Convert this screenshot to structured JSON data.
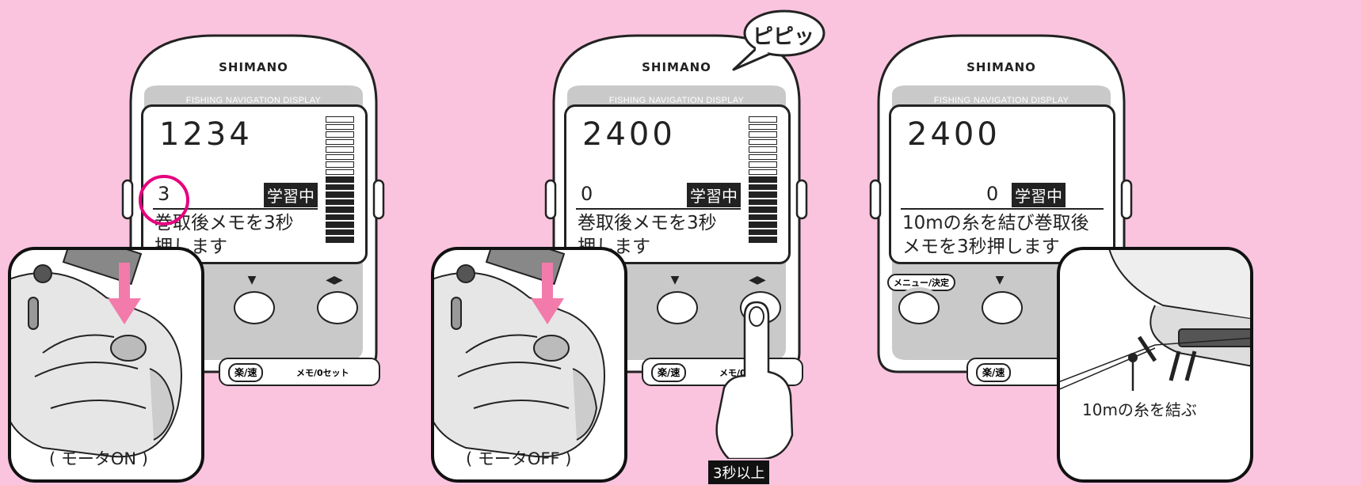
{
  "devices": [
    {
      "brand": "SHIMANO",
      "subtitle": "FISHING NAVIGATION DISPLAY",
      "depth": "1234",
      "memo": "3",
      "status": "学習中",
      "message_line1": "巻取後メモを3秒",
      "message_line2": "押します",
      "caption": "( モータON )"
    },
    {
      "brand": "SHIMANO",
      "subtitle": "FISHING NAVIGATION DISPLAY",
      "depth": "2400",
      "memo": "0",
      "status": "学習中",
      "message_line1": "巻取後メモを3秒",
      "message_line2": "押します",
      "caption": "( モータOFF )",
      "speech": "ピピッ",
      "press_tag": "3秒以上"
    },
    {
      "brand": "SHIMANO",
      "subtitle": "FISHING NAVIGATION DISPLAY",
      "depth": "2400",
      "memo": "0",
      "status": "学習中",
      "message_line1": "10mの糸を結び巻取後",
      "message_line2": "メモを3秒押します",
      "menu_label": "メニュー/決定",
      "caption": "10mの糸を結ぶ"
    }
  ],
  "buttons": {
    "down": "▼",
    "lr": "◀▶",
    "raku": "楽/速",
    "memo_reset": "メモ/0セット"
  },
  "colors": {
    "background": "#fac4de",
    "arrow": "#f27bab",
    "highlight_circle": "#e6007e"
  }
}
